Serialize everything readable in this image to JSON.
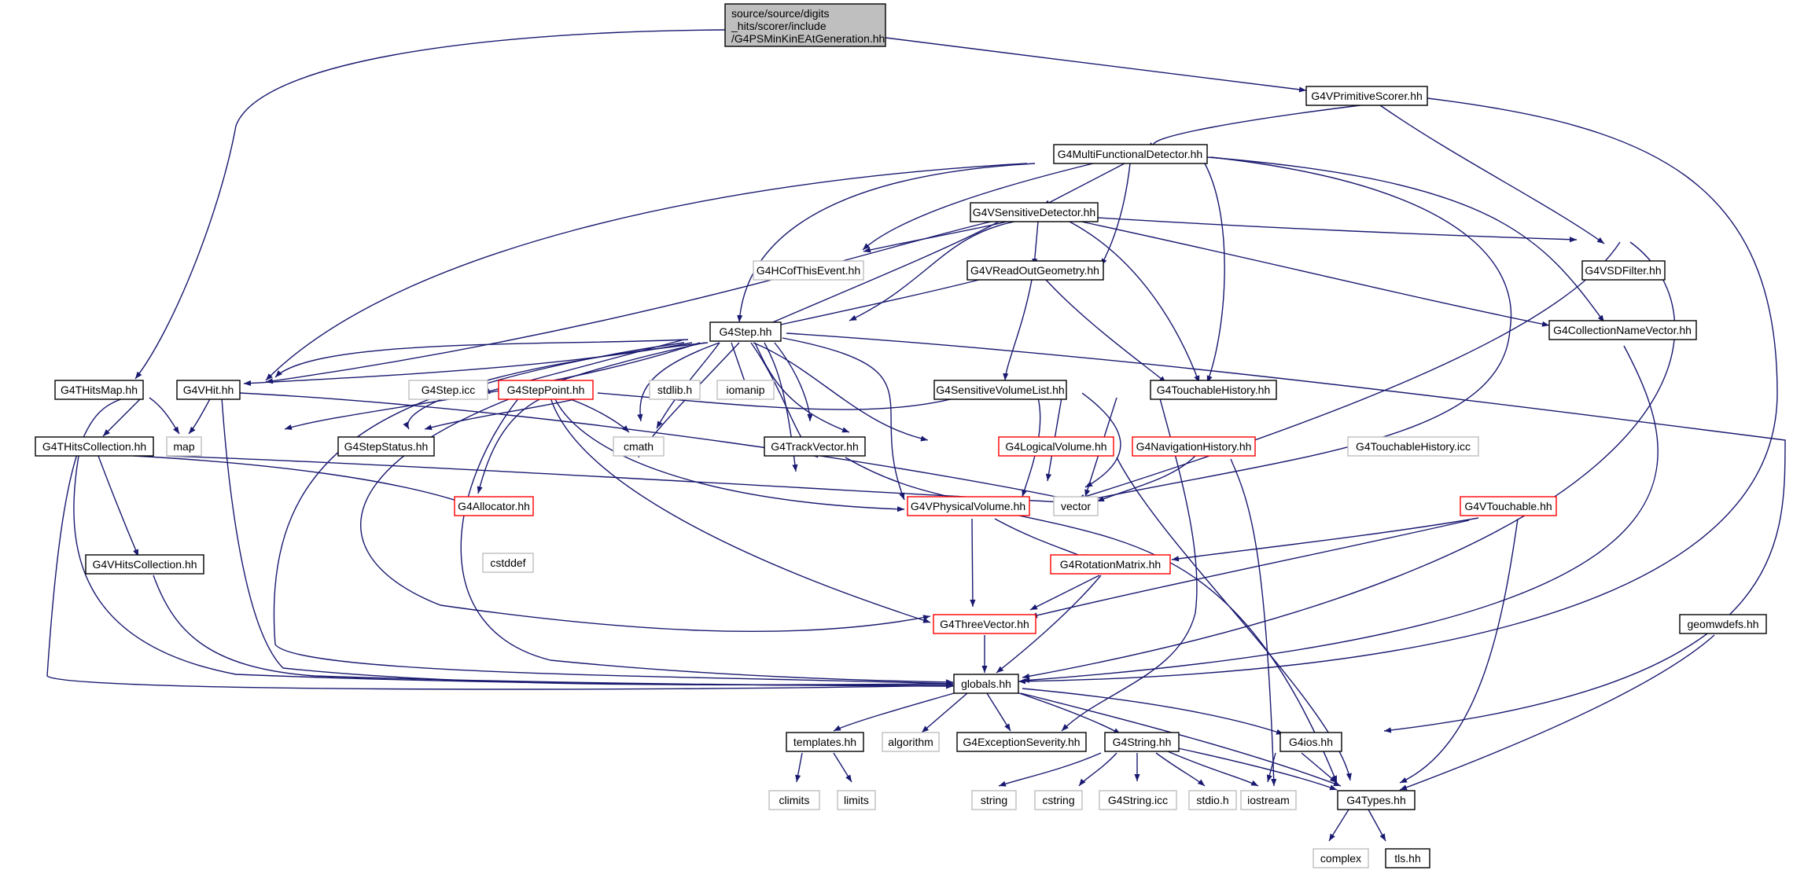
{
  "colors": {
    "edge": "#191970",
    "root_fill": "#bfbfbf",
    "border_plain": "#000000",
    "border_red": "#ff0000",
    "border_system": "#bfbfbf"
  },
  "root": {
    "lines": [
      "source/source/digits",
      "_hits/scorer/include",
      "/G4PSMinKinEAtGeneration.hh"
    ]
  },
  "nodes": {
    "vprimitivescorer": "G4VPrimitiveScorer.hh",
    "multifunctional": "G4MultiFunctionalDetector.hh",
    "vsensitive": "G4VSensitiveDetector.hh",
    "hcofthisevent": "G4HCofThisEvent.hh",
    "vreadout": "G4VReadOutGeometry.hh",
    "vsdfilter": "G4VSDFilter.hh",
    "collectionname": "G4CollectionNameVector.hh",
    "step": "G4Step.hh",
    "thitsmap": "G4THitsMap.hh",
    "vhit": "G4VHit.hh",
    "stepicc": "G4Step.icc",
    "steppoint": "G4StepPoint.hh",
    "stdlib": "stdlib.h",
    "iomanip": "iomanip",
    "sensitivevolumelist": "G4SensitiveVolumeList.hh",
    "touchablehistory": "G4TouchableHistory.hh",
    "map": "map",
    "thitscollection": "G4THitsCollection.hh",
    "stepstatus": "G4StepStatus.hh",
    "cmath": "cmath",
    "trackvector": "G4TrackVector.hh",
    "logicalvolume": "G4LogicalVolume.hh",
    "navigationhistory": "G4NavigationHistory.hh",
    "touchableicc": "G4TouchableHistory.icc",
    "allocator": "G4Allocator.hh",
    "vphysicalvolume": "G4VPhysicalVolume.hh",
    "vector": "vector",
    "vtouchable": "G4VTouchable.hh",
    "cstddef": "cstddef",
    "vhitscollection": "G4VHitsCollection.hh",
    "rotationmatrix": "G4RotationMatrix.hh",
    "threevector": "G4ThreeVector.hh",
    "geomwdefs": "geomwdefs.hh",
    "globals": "globals.hh",
    "templates": "templates.hh",
    "algorithm": "algorithm",
    "exceptionseverity": "G4ExceptionSeverity.hh",
    "g4string": "G4String.hh",
    "g4ios": "G4ios.hh",
    "climits": "climits",
    "limits": "limits",
    "string": "string",
    "cstring": "cstring",
    "stringicc": "G4String.icc",
    "stdio": "stdio.h",
    "iostream": "iostream",
    "types": "G4Types.hh",
    "complex": "complex",
    "tls": "tls.hh"
  }
}
